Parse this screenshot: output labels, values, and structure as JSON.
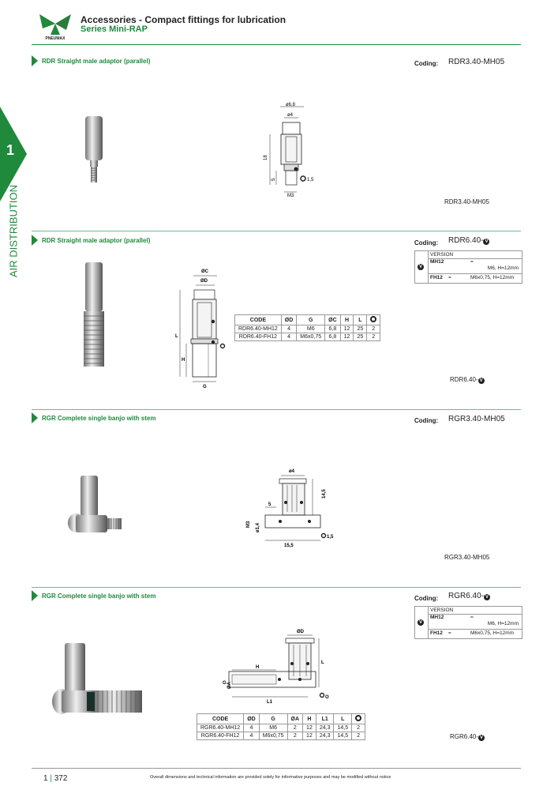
{
  "header": {
    "title": "Accessories - Compact fittings for lubrication",
    "subtitle": "Series Mini-RAP",
    "logo_text": "PNEUMAX"
  },
  "sidebar": {
    "chapter_number": "1",
    "chapter_label": "AIR DISTRIBUTION"
  },
  "sections": [
    {
      "title": "RDR Straight male adaptor (parallel)",
      "coding_label": "Coding:",
      "coding_value": "RDR3.40-MH05",
      "caption": "RDR3.40-MH05",
      "dims": {
        "d1": "ø6,8",
        "d2": "ø4",
        "h": "18",
        "h2": "5",
        "thread": "M3",
        "o": "1,5"
      }
    },
    {
      "title": "RDR Straight male adaptor (parallel)",
      "coding_label": "Coding:",
      "coding_value": "RDR6.40-",
      "caption": "RDR6.40-",
      "version_header": "VERSION",
      "versions": [
        {
          "code": "MH12",
          "eq": "=",
          "desc": "M6, H=12mm"
        },
        {
          "code": "FH12",
          "eq": "=",
          "desc": "M6x0,75, H=12mm"
        }
      ],
      "dims": {
        "c": "ØC",
        "d": "ØD",
        "l": "L",
        "h": "H",
        "g": "G"
      },
      "table": {
        "headers": [
          "CODE",
          "ØD",
          "G",
          "ØC",
          "H",
          "L",
          ""
        ],
        "rows": [
          [
            "RDR6.40-MH12",
            "4",
            "M6",
            "6,8",
            "12",
            "25",
            "2"
          ],
          [
            "RDR6.40-FH12",
            "4",
            "M6x0,75",
            "6,8",
            "12",
            "25",
            "2"
          ]
        ]
      }
    },
    {
      "title": "RGR Complete single banjo with stem",
      "coding_label": "Coding:",
      "coding_value": "RGR3.40-MH05",
      "caption": "RGR3.40-MH05",
      "dims": {
        "d": "ø4",
        "five": "5",
        "h": "14,5",
        "m3": "M3",
        "d14": "ø1,4",
        "w": "15,5",
        "o": "1,5"
      }
    },
    {
      "title": "RGR Complete single banjo with stem",
      "coding_label": "Coding:",
      "coding_value": "RGR6.40-",
      "caption": "RGR6.40-",
      "version_header": "VERSION",
      "versions": [
        {
          "code": "MH12",
          "eq": "=",
          "desc": "M6, H=12mm"
        },
        {
          "code": "FH12",
          "eq": "=",
          "desc": "M6x0,75, H=12mm"
        }
      ],
      "dims": {
        "d": "ØD",
        "h": "H",
        "l": "L",
        "g": "G",
        "a": "ØA",
        "l1": "L1",
        "o": "O"
      },
      "table": {
        "headers": [
          "CODE",
          "ØD",
          "G",
          "ØA",
          "H",
          "L1",
          "L",
          ""
        ],
        "rows": [
          [
            "RGR6.40-MH12",
            "4",
            "M6",
            "2",
            "12",
            "24,3",
            "14,5",
            "2"
          ],
          [
            "RGR6.40-FH12",
            "4",
            "M6x0,75",
            "2",
            "12",
            "24,3",
            "14,5",
            "2"
          ]
        ]
      }
    }
  ],
  "version_marker": "V",
  "footer": {
    "chapter": "1",
    "page": "372",
    "disclaimer": "Overall dimensions and technical information are provided solely for informative purposes and may be modified without notice"
  },
  "colors": {
    "accent": "#1f8a3c"
  }
}
